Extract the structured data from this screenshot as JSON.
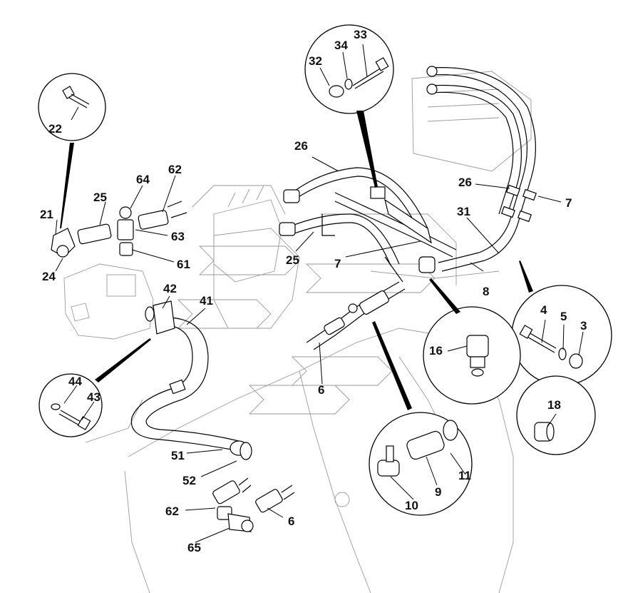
{
  "diagram": {
    "callouts": [
      "22",
      "21",
      "25",
      "24",
      "64",
      "62",
      "63",
      "61",
      "26",
      "33",
      "34",
      "32",
      "7",
      "31",
      "8",
      "25",
      "42",
      "41",
      "4",
      "5",
      "3",
      "16",
      "44",
      "43",
      "6",
      "18",
      "51",
      "52",
      "11",
      "9",
      "10",
      "62",
      "6",
      "65",
      "26",
      "7"
    ]
  }
}
